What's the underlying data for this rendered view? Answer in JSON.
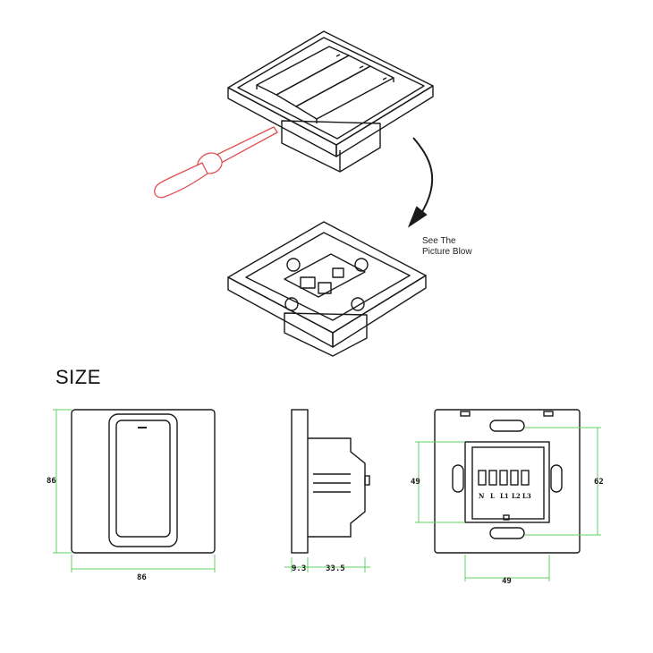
{
  "note": {
    "line1": "See The",
    "line2": "Picture Blow"
  },
  "size_title": "SIZE",
  "front": {
    "width": "86",
    "height": "86"
  },
  "side": {
    "depth_front": "9.3",
    "depth_back": "33.5"
  },
  "back": {
    "hole_spacing_left": "49",
    "hole_spacing_right": "62",
    "hole_spacing_bottom": "49",
    "terminals": [
      "N",
      "L",
      "L1",
      "L2",
      "L3"
    ]
  },
  "colors": {
    "dimension_line": "#5fd35f",
    "screwdriver": "#e05050",
    "outline": "#1a1a1a"
  }
}
